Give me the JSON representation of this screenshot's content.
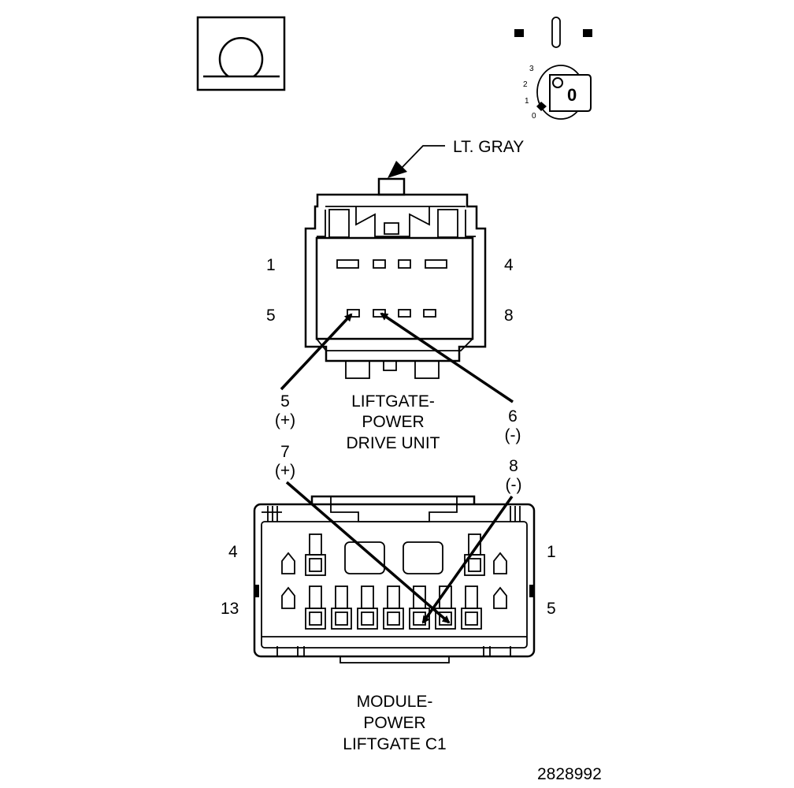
{
  "icons": {
    "omega_symbol": "omega-icon",
    "ignition_key": "ignition-key-icon"
  },
  "ignition": {
    "positions": [
      "3",
      "2",
      "1",
      "0"
    ],
    "key_label": "0"
  },
  "connector_top": {
    "color_label": "LT. GRAY",
    "pin_left_top": "1",
    "pin_right_top": "4",
    "pin_left_bottom": "5",
    "pin_right_bottom": "8",
    "name_lines": [
      "LIFTGATE-",
      "POWER",
      "DRIVE UNIT"
    ]
  },
  "connector_bottom": {
    "pin_left_top": "4",
    "pin_right_top": "1",
    "pin_left_bottom": "13",
    "pin_right_bottom": "5",
    "name_lines": [
      "MODULE-",
      "POWER",
      "LIFTGATE C1"
    ]
  },
  "callouts": [
    {
      "pin": "5",
      "polarity": "(+)"
    },
    {
      "pin": "6",
      "polarity": "(-)"
    },
    {
      "pin": "7",
      "polarity": "(+)"
    },
    {
      "pin": "8",
      "polarity": "(-)"
    }
  ],
  "figure_id": "2828992"
}
